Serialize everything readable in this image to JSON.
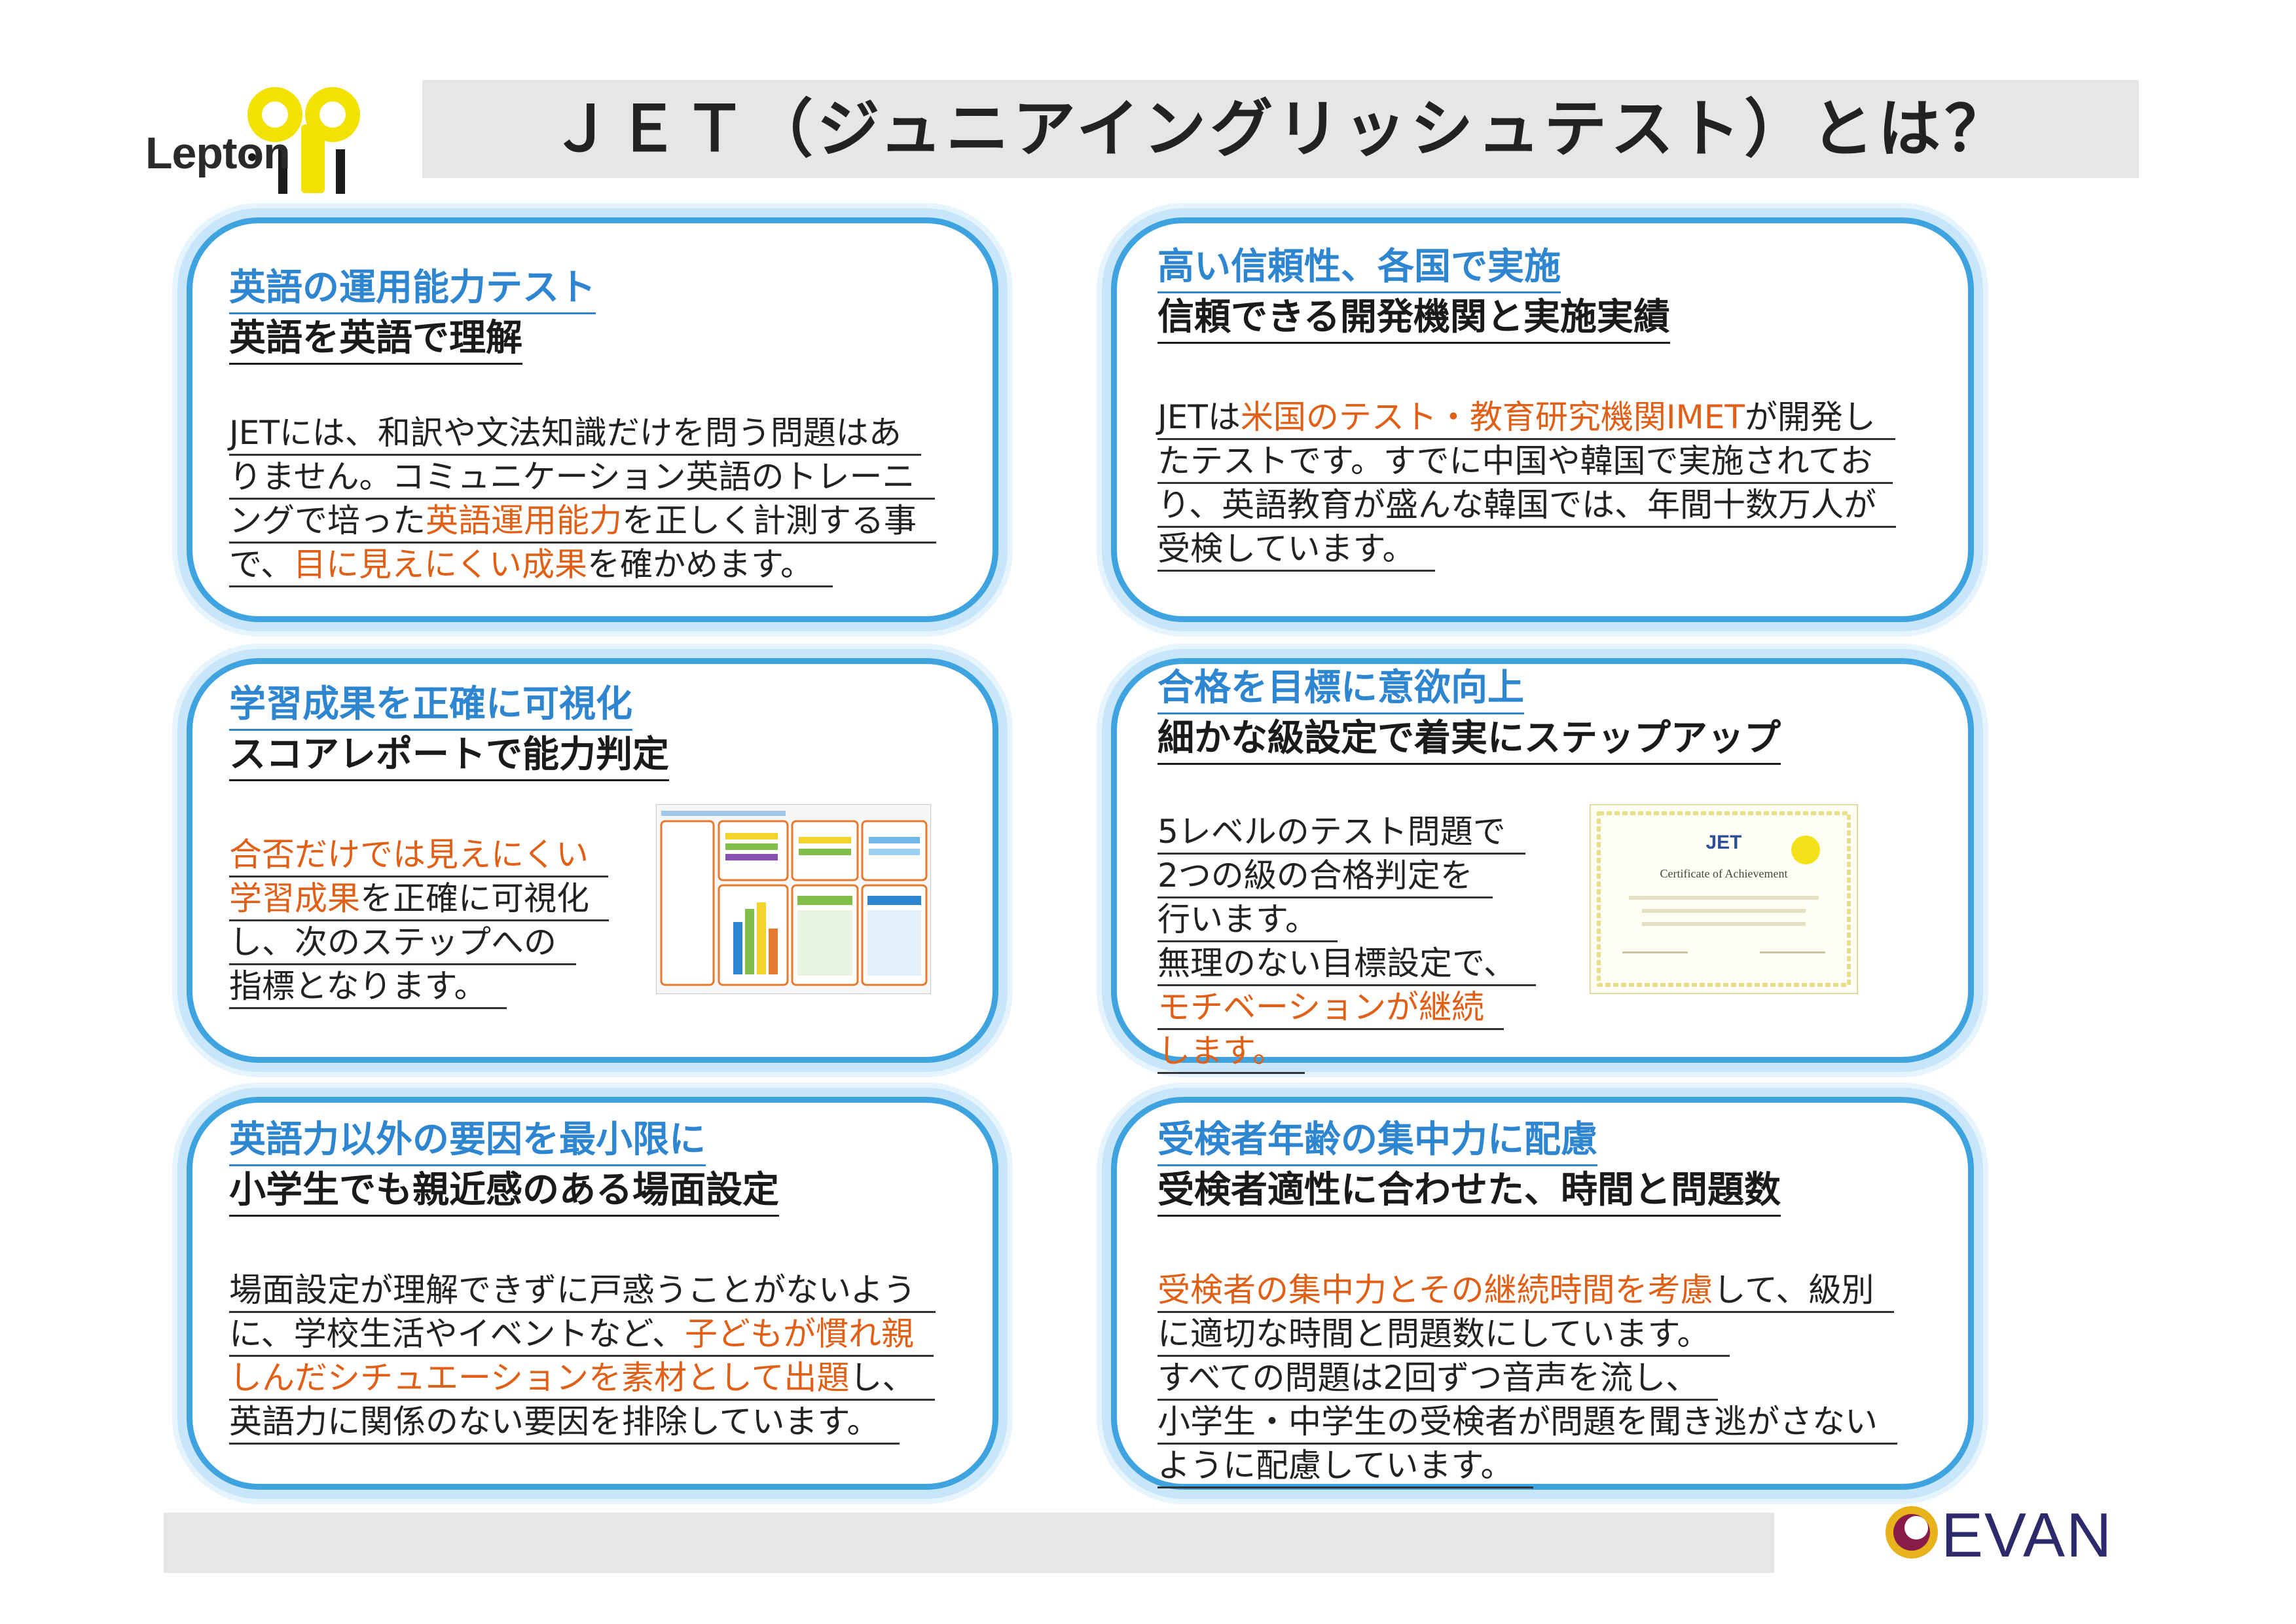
{
  "header": {
    "title": "ＪＥＴ（ジュニアイングリッシュテスト）とは？",
    "logo_text": "Lepton"
  },
  "cards": [
    {
      "heading_blue": "英語の運用能力テスト",
      "heading_dark": "英語を英語で理解",
      "lines": [
        [
          {
            "t": "JETには、和訳や文法知識だけを問う問題はあ"
          }
        ],
        [
          {
            "t": "りません。コミュニケーション英語のトレーニ"
          }
        ],
        [
          {
            "t": "ングで培った"
          },
          {
            "t": "英語運用能力",
            "hl": true
          },
          {
            "t": "を正しく計測する事"
          }
        ],
        [
          {
            "t": "で、"
          },
          {
            "t": "目に見えにくい成果",
            "hl": true
          },
          {
            "t": "を確かめます。"
          }
        ]
      ]
    },
    {
      "heading_blue": "高い信頼性、各国で実施",
      "heading_dark": "信頼できる開発機関と実施実績",
      "lines": [
        [
          {
            "t": "JETは"
          },
          {
            "t": "米国のテスト・教育研究機関IMET",
            "hl": true
          },
          {
            "t": "が開発し"
          }
        ],
        [
          {
            "t": "たテストです。すでに中国や韓国で実施されてお"
          }
        ],
        [
          {
            "t": "り、英語教育が盛んな韓国では、年間十数万人が"
          }
        ],
        [
          {
            "t": "受検しています。"
          }
        ]
      ]
    },
    {
      "heading_blue": "学習成果を正確に可視化",
      "heading_dark": "スコアレポートで能力判定",
      "lines": [
        [
          {
            "t": "合否だけでは見えにくい",
            "hl": true
          }
        ],
        [
          {
            "t": "学習成果",
            "hl": true
          },
          {
            "t": "を正確に可視化"
          }
        ],
        [
          {
            "t": "し、次のステップへの"
          }
        ],
        [
          {
            "t": "指標となります。"
          }
        ]
      ]
    },
    {
      "heading_blue": "合格を目標に意欲向上",
      "heading_dark": "細かな級設定で着実にステップアップ",
      "lines": [
        [
          {
            "t": "5レベルのテスト問題で"
          }
        ],
        [
          {
            "t": "2つの級の合格判定を"
          }
        ],
        [
          {
            "t": "行います。"
          }
        ],
        [
          {
            "t": "無理のない目標設定で、"
          }
        ],
        [
          {
            "t": "モチベーションが継続",
            "hl": true
          }
        ],
        [
          {
            "t": "します。",
            "hl": true
          }
        ]
      ],
      "certificate": {
        "brand": "JET",
        "title": "Certificate of Achievement"
      }
    },
    {
      "heading_blue": "英語力以外の要因を最小限に",
      "heading_dark": "小学生でも親近感のある場面設定",
      "lines": [
        [
          {
            "t": "場面設定が理解できずに戸惑うことがないよう"
          }
        ],
        [
          {
            "t": "に、学校生活やイベントなど、"
          },
          {
            "t": "子どもが慣れ親",
            "hl": true
          }
        ],
        [
          {
            "t": "しんだシチュエーションを素材として出題",
            "hl": true
          },
          {
            "t": "し、"
          }
        ],
        [
          {
            "t": "英語力に関係のない要因を排除しています。"
          }
        ]
      ]
    },
    {
      "heading_blue": "受検者年齢の集中力に配慮",
      "heading_dark": "受検者適性に合わせた、時間と問題数",
      "lines": [
        [
          {
            "t": "受検者の集中力とその継続時間を考慮",
            "hl": true
          },
          {
            "t": "して、級別"
          }
        ],
        [
          {
            "t": "に適切な時間と問題数にしています。"
          }
        ],
        [
          {
            "t": "すべての問題は2回ずつ音声を流し、"
          }
        ],
        [
          {
            "t": "小学生・中学生の受検者が問題を聞き逃がさない"
          }
        ],
        [
          {
            "t": "ように配慮しています。"
          }
        ]
      ]
    }
  ],
  "footer": {
    "brand": "EVAN"
  },
  "colors": {
    "accent_blue": "#2e86d0",
    "highlight_orange": "#e06018",
    "card_border": "#3fa3df",
    "logo_yellow": "#f3e200"
  }
}
